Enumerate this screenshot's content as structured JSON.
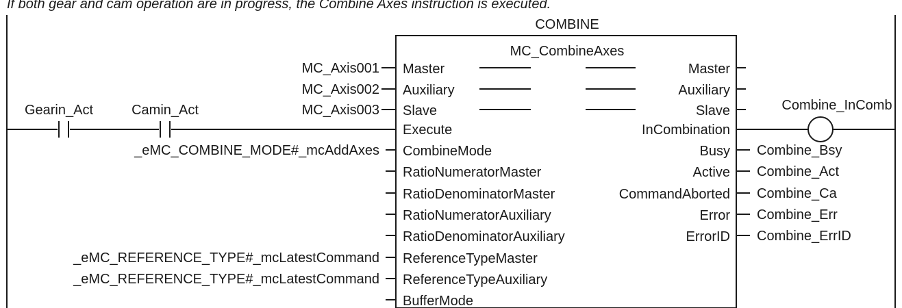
{
  "caption": "If both gear and cam operation are in progress, the Combine Axes instruction is executed.",
  "contacts": [
    {
      "variable": "Gearin_Act"
    },
    {
      "variable": "Camin_Act"
    }
  ],
  "function_block": {
    "instance_name": "COMBINE",
    "type_name": "MC_CombineAxes",
    "inout_params": [
      {
        "variable": "MC_Axis001",
        "input": "Master",
        "output": "Master"
      },
      {
        "variable": "MC_Axis002",
        "input": "Auxiliary",
        "output": "Auxiliary"
      },
      {
        "variable": "MC_Axis003",
        "input": "Slave",
        "output": "Slave"
      }
    ],
    "inputs": [
      {
        "name": "Execute",
        "variable": ""
      },
      {
        "name": "CombineMode",
        "variable": "_eMC_COMBINE_MODE#_mcAddAxes"
      },
      {
        "name": "RatioNumeratorMaster",
        "variable": ""
      },
      {
        "name": "RatioDenominatorMaster",
        "variable": ""
      },
      {
        "name": "RatioNumeratorAuxiliary",
        "variable": ""
      },
      {
        "name": "RatioDenominatorAuxiliary",
        "variable": ""
      },
      {
        "name": "ReferenceTypeMaster",
        "variable": "_eMC_REFERENCE_TYPE#_mcLatestCommand"
      },
      {
        "name": "ReferenceTypeAuxiliary",
        "variable": "_eMC_REFERENCE_TYPE#_mcLatestCommand"
      },
      {
        "name": "BufferMode",
        "variable": ""
      }
    ],
    "outputs": [
      {
        "name": "InCombination",
        "variable": "Combine_InComb"
      },
      {
        "name": "Busy",
        "variable": "Combine_Bsy"
      },
      {
        "name": "Active",
        "variable": "Combine_Act"
      },
      {
        "name": "CommandAborted",
        "variable": "Combine_Ca"
      },
      {
        "name": "Error",
        "variable": "Combine_Err"
      },
      {
        "name": "ErrorID",
        "variable": "Combine_ErrID"
      }
    ]
  },
  "coil": {
    "variable": "Combine_InComb"
  }
}
